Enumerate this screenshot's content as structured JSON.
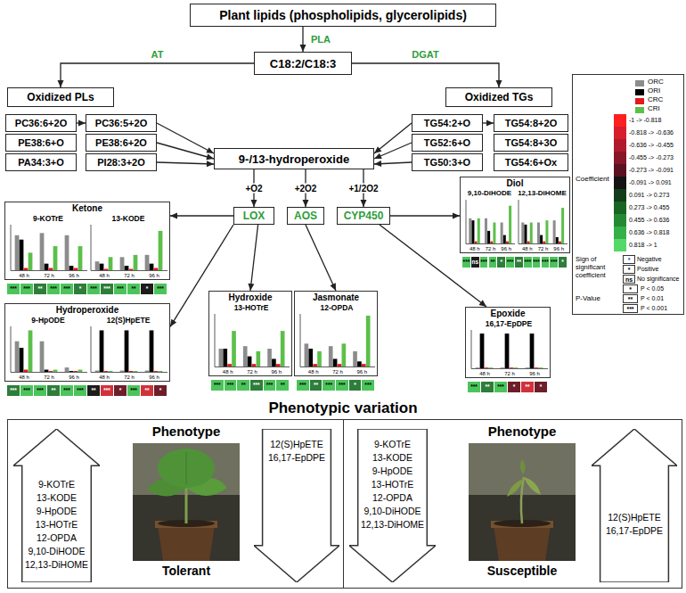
{
  "diagram": {
    "nodes": [
      {
        "text": [
          "Plant lipids (phospholipids, glycerolipids)"
        ]
      },
      {
        "text": [
          "C18:2/C18:3"
        ]
      },
      {
        "text": [
          "Oxidized PLs"
        ]
      },
      {
        "text": [
          "Oxidized TGs"
        ]
      },
      {
        "text": [
          "PC36:6+2O"
        ]
      },
      {
        "text": [
          "PC36:5+2O"
        ]
      },
      {
        "text": [
          "TG54:2+O"
        ]
      },
      {
        "text": [
          "TG54:8+2O"
        ]
      },
      {
        "text": [
          "PE38:6+O"
        ]
      },
      {
        "text": [
          "PE38:6+2O"
        ]
      },
      {
        "text": [
          "TG52:6+O"
        ]
      },
      {
        "text": [
          "TG54:8+3O"
        ]
      },
      {
        "text": [
          "PA34:3+O"
        ]
      },
      {
        "text": [
          "PI28:3+2O"
        ]
      },
      {
        "text": [
          "TG50:3+O"
        ]
      },
      {
        "text": [
          "TG54:6+Ox"
        ]
      },
      {
        "text": [
          "9-/13-hydroperoxide"
        ]
      },
      {
        "text": [
          "LOX"
        ]
      },
      {
        "text": [
          "AOS"
        ]
      },
      {
        "text": [
          "CYP450"
        ]
      },
      {
        "text": [
          "Ketone",
          "9-KOTrE",
          "13-KODE"
        ]
      },
      {
        "text": [
          "Diol",
          "9,10-DiHODE",
          "12,13-DiHOME"
        ]
      },
      {
        "text": [
          "Hydroperoxide",
          "9-HpODE",
          "12(S)HpETE"
        ]
      },
      {
        "text": [
          "Hydroxide",
          "13-HOTrE"
        ]
      },
      {
        "text": [
          "Jasmonate",
          "12-OPDA"
        ]
      },
      {
        "text": [
          "Epoxide",
          "16,17-EpDPE"
        ]
      },
      {
        "text": [
          "Phenotype",
          "Tolerant"
        ]
      },
      {
        "text": [
          "9-KOTrE",
          "13-KODE",
          "9-HpODE",
          "13-HOTrE",
          "12-OPDA",
          "9,10-DiHODE",
          "12,13-DiHOME"
        ],
        "in": 26
      },
      {
        "text": [
          "12(S)HpETE",
          "16,17-EpDPE"
        ],
        "in": 26
      },
      {
        "text": [
          "Phenotype",
          "Susceptible"
        ]
      },
      {
        "text": [
          "9-KOTrE",
          "13-KODE",
          "9-HpODE",
          "13-HOTrE",
          "12-OPDA",
          "9,10-DiHODE",
          "12,13-DiHOME"
        ],
        "in": 29
      },
      {
        "text": [
          "12(S)HpETE",
          "16,17-EpDPE"
        ],
        "in": 29
      }
    ],
    "edges": [
      {
        "from": 0,
        "to": 1,
        "arrow": "to",
        "label": "PLA"
      },
      {
        "from": 1,
        "to": 2,
        "arrow": "to",
        "label": "AT"
      },
      {
        "from": 1,
        "to": 3,
        "arrow": "to",
        "label": "DGAT"
      },
      {
        "from": 4,
        "to": 5,
        "arrow": "to"
      },
      {
        "from": 6,
        "to": 7,
        "arrow": "to"
      },
      {
        "from": 5,
        "to": 16,
        "arrow": "to"
      },
      {
        "from": 9,
        "to": 16,
        "arrow": "to"
      },
      {
        "from": 13,
        "to": 16,
        "arrow": "to"
      },
      {
        "from": 6,
        "to": 16,
        "arrow": "to"
      },
      {
        "from": 10,
        "to": 16,
        "arrow": "to"
      },
      {
        "from": 14,
        "to": 16,
        "arrow": "to"
      },
      {
        "from": 16,
        "to": 17,
        "arrow": "to",
        "label": "+O2"
      },
      {
        "from": 16,
        "to": 18,
        "arrow": "to",
        "label": "+2O2"
      },
      {
        "from": 16,
        "to": 19,
        "arrow": "to",
        "label": "+1/2O2"
      },
      {
        "from": 17,
        "to": 20,
        "arrow": "to"
      },
      {
        "from": 17,
        "to": 22,
        "arrow": "to"
      },
      {
        "from": 17,
        "to": 23,
        "arrow": "to"
      },
      {
        "from": 18,
        "to": 24,
        "arrow": "to"
      },
      {
        "from": 19,
        "to": 21,
        "arrow": "to"
      },
      {
        "from": 19,
        "to": 25,
        "arrow": "to"
      }
    ],
    "labels": [
      "Coefficient",
      "Sign of significant coefficient",
      "*",
      "*",
      "ns",
      "P-Value",
      "*",
      "**",
      "***",
      "Phenotypic variation",
      "48 h",
      "72 h",
      "96 h",
      "48 h",
      "72 h",
      "96 h",
      "48 h",
      "72 h",
      "96 h",
      "48 h",
      "72 h",
      "96 h",
      "48 h",
      "72 h",
      "96 h",
      "48 h",
      "72 h",
      "96 h",
      "48 h",
      "72 h",
      "96 h",
      "48 h",
      "72 h",
      "96 h",
      "48 h",
      "72 h",
      "96 h",
      "***",
      "***",
      "**",
      "***",
      "***",
      "*",
      "***",
      "***",
      "***",
      "**",
      "*",
      "***",
      "***",
      "***",
      "***",
      "**",
      "***",
      "***",
      "**",
      "***",
      "*",
      "***",
      "**",
      "*",
      "***",
      "***",
      "**",
      "***",
      "***",
      "**",
      "***",
      "**",
      "***",
      "***",
      "*",
      "***",
      "***",
      "ns",
      "***",
      "**",
      "*",
      "***",
      "**",
      "***",
      "***",
      "***",
      "***",
      "*",
      "***",
      "**",
      "***",
      "*",
      "**",
      "*"
    ],
    "legend": [
      {
        "text": "ORC",
        "color": "#8c8c8c"
      },
      {
        "text": "ORI",
        "color": "#000000"
      },
      {
        "text": "CRC",
        "color": "#e3191b"
      },
      {
        "text": "CRI",
        "color": "#5cbf4a"
      },
      {
        "text": "-1 -> -0.818",
        "color": "#ff1f1f"
      },
      {
        "text": "-0.818 -> -0.636",
        "color": "#d81c2c"
      },
      {
        "text": "-0.636 -> -0.455",
        "color": "#b01a2c"
      },
      {
        "text": "-0.455 -> -0.273",
        "color": "#861628"
      },
      {
        "text": "-0.273 -> -0.091",
        "color": "#5a1220"
      },
      {
        "text": "-0.091 -> 0.091",
        "color": "#141414"
      },
      {
        "text": "0.091 -> 0.273",
        "color": "#123d18"
      },
      {
        "text": "0.273 -> 0.455",
        "color": "#1a6424"
      },
      {
        "text": "0.455 -> 0.636",
        "color": "#238a33"
      },
      {
        "text": "0.636 -> 0.818",
        "color": "#33b048"
      },
      {
        "text": "0.818 -> 1",
        "color": "#52d968"
      },
      {
        "text": "Negative"
      },
      {
        "text": "Positive"
      },
      {
        "text": "No significance"
      },
      {
        "text": "P < 0.05"
      },
      {
        "text": "P < 0.01"
      },
      {
        "text": "P < 0.001"
      }
    ]
  }
}
